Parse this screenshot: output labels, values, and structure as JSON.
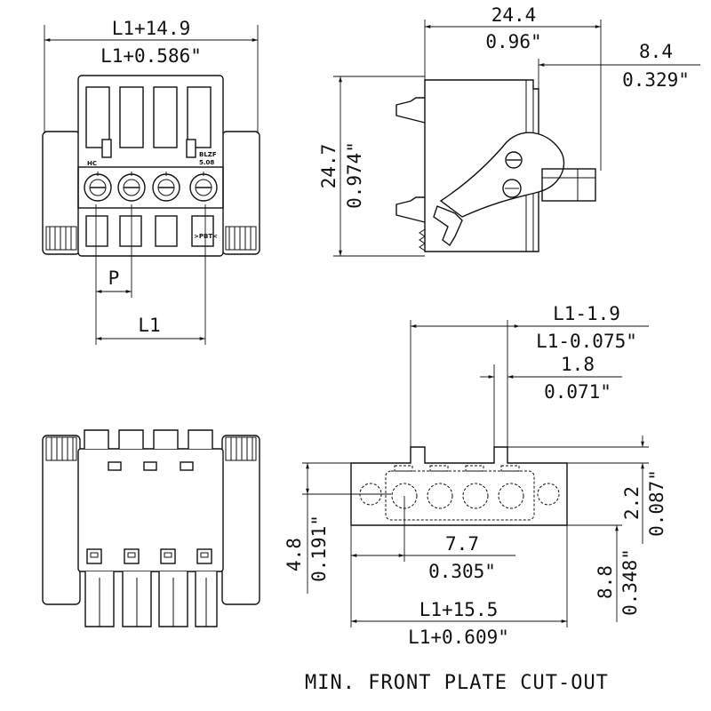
{
  "views": {
    "front": {
      "width_mm": "L1+14.9",
      "width_in": "L1+0.586\"",
      "pitch_label": "P",
      "length_label": "L1",
      "marks": {
        "left": "HC",
        "right_top": "BLZF",
        "right_bottom": "5.08",
        "arrow": ">PBT<"
      }
    },
    "side": {
      "depth_mm": "24.4",
      "depth_in": "0.96\"",
      "offset_mm": "8.4",
      "offset_in": "0.329\"",
      "height_mm": "24.7",
      "height_in": "0.974\""
    },
    "cutout": {
      "top_mm": "L1-1.9",
      "top_in": "L1-0.075\"",
      "tab_mm": "1.8",
      "tab_in": "0.071\"",
      "h_right_mm": "2.2",
      "h_right_in": "0.087\"",
      "h_left_mm": "4.8",
      "h_left_in": "0.191\"",
      "mid_mm": "7.7",
      "mid_in": "0.305\"",
      "h_low_mm": "8.8",
      "h_low_in": "0.348\"",
      "width_mm": "L1+15.5",
      "width_in": "L1+0.609\""
    }
  },
  "caption": "MIN. FRONT PLATE CUT-OUT"
}
